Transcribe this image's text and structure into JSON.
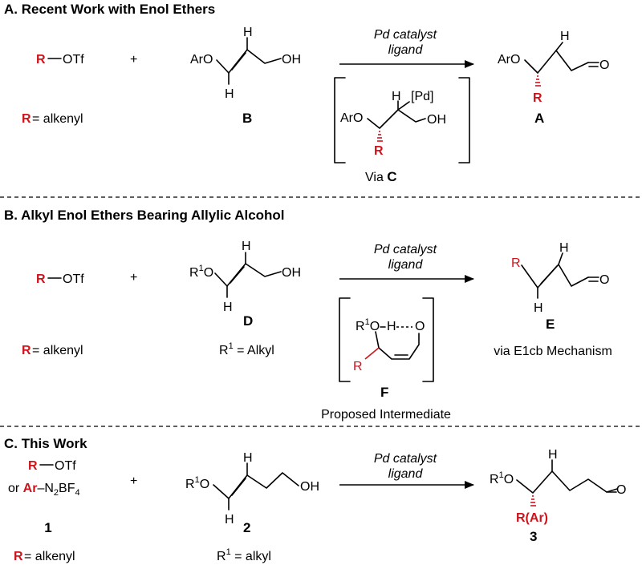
{
  "sections": {
    "a": {
      "title": "A. Recent Work with Enol Ethers",
      "reagent_r": "R",
      "reagent_otf": "OTf",
      "plus": "+",
      "r_def_r": "R",
      "r_def_text": " = alkenyl",
      "substrate_aro": "ArO",
      "substrate_h_top": "H",
      "substrate_h_bottom": "H",
      "substrate_oh": "OH",
      "substrate_label": "B",
      "condition_line1": "Pd catalyst",
      "condition_line2": "ligand",
      "int_aro": "ArO",
      "int_h": "H",
      "int_pd": "[Pd]",
      "int_oh": "OH",
      "int_r": "R",
      "via_text": "Via ",
      "via_label": "C",
      "prod_aro": "ArO",
      "prod_h": "H",
      "prod_o": "O",
      "prod_r": "R",
      "prod_label": "A"
    },
    "b": {
      "title": "B. Alkyl Enol Ethers Bearing Allylic Alcohol",
      "reagent_r": "R",
      "reagent_otf": "OTf",
      "plus": "+",
      "r_def_r": "R",
      "r_def_text": " = alkenyl",
      "substrate_r": "R",
      "substrate_sup": "1",
      "substrate_o": "O",
      "substrate_h_top": "H",
      "substrate_h_bottom": "H",
      "substrate_oh": "OH",
      "substrate_label": "D",
      "r1_def_r": "R",
      "r1_def_sup": "1",
      "r1_def_text": " = Alkyl",
      "condition_line1": "Pd catalyst",
      "condition_line2": "ligand",
      "int_r1": "R",
      "int_sup": "1",
      "int_o1": "O",
      "int_h": "H",
      "int_o2": "O",
      "int_r": "R",
      "int_label": "F",
      "int_caption": "Proposed Intermediate",
      "prod_r": "R",
      "prod_h_top": "H",
      "prod_h_bottom": "H",
      "prod_o": "O",
      "prod_label": "E",
      "prod_caption": "via E1cb Mechanism"
    },
    "c": {
      "title": "C. This Work",
      "reagent_r": "R",
      "reagent_otf": "OTf",
      "reagent_or": "or ",
      "reagent_ar": "Ar",
      "reagent_n2bf4_a": "–N",
      "reagent_sub2": "2",
      "reagent_n2bf4_b": "BF",
      "reagent_sub4": "4",
      "reagent_label": "1",
      "r_def_r": "R",
      "r_def_text": " = alkenyl",
      "plus": "+",
      "substrate_r": "R",
      "substrate_sup": "1",
      "substrate_o": "O",
      "substrate_h_top": "H",
      "substrate_h_bottom": "H",
      "substrate_oh": "OH",
      "substrate_label": "2",
      "r1_def_r": "R",
      "r1_def_sup": "1",
      "r1_def_text": " = alkyl",
      "condition_line1": "Pd catalyst",
      "condition_line2": "ligand",
      "prod_r1": "R",
      "prod_sup": "1",
      "prod_o": "O",
      "prod_h": "H",
      "prod_o2": "O",
      "prod_rar": "R(Ar)",
      "prod_label": "3"
    }
  },
  "colors": {
    "highlight": "#d0121b",
    "text": "#000000"
  }
}
